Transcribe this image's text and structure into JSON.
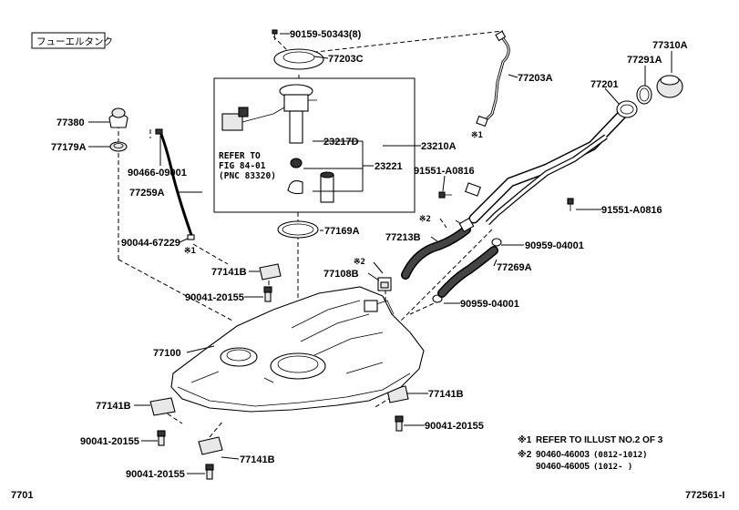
{
  "title_box": "フューエルタンク",
  "diagram_id_left": "7701",
  "diagram_id_right": "772561-I",
  "parts": {
    "p90159": "90159-50343(8)",
    "p77203C": "77203C",
    "p77203A": "77203A",
    "p77310A": "77310A",
    "p77291A": "77291A",
    "p77201": "77201",
    "p77380": "77380",
    "p77179A": "77179A",
    "p90466": "90466-09001",
    "p77259A": "77259A",
    "p90044": "90044-67229",
    "p23217D": "23217D",
    "p23210A": "23210A",
    "p23221": "23221",
    "p91551a": "91551-A0816",
    "p91551b": "91551-A0816",
    "p77169A": "77169A",
    "p77213B": "77213B",
    "p90959a": "90959-04001",
    "p77269A": "77269A",
    "p77108B": "77108B",
    "p90959b": "90959-04001",
    "p77141Ba": "77141B",
    "p90041a": "90041-20155",
    "p77100": "77100",
    "p77141Bb": "77141B",
    "p77141Bc": "77141B",
    "p90041b": "90041-20155",
    "p90041c": "90041-20155",
    "p90041d": "90041-20155",
    "p77141Bd": "77141B"
  },
  "refer": {
    "line1": "REFER TO",
    "line2": "FIG 84-01",
    "line3": "(PNC 83320)"
  },
  "marks": {
    "m1_a": "※1",
    "m1_b": "※1",
    "m2_a": "※2",
    "m2_b": "※2"
  },
  "legend": {
    "n1_mark": "※1",
    "n1_text": "REFER TO ILLUST NO.2 OF 3",
    "n2_mark": "※2",
    "n2_part1": "90460-46003",
    "n2_range1": "(0812-1012)",
    "n2_part2": "90460-46005",
    "n2_range2": "(1012-     )"
  }
}
